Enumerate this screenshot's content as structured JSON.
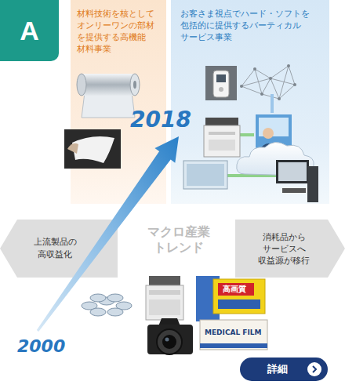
{
  "diagram": {
    "nodes": [
      {
        "text": [
          "A"
        ]
      },
      {
        "text": [
          "材料技術を核として オンリーワンの部材 を提供する高機能 材料事業"
        ]
      },
      {
        "text": [
          "お客さま視点でハード・ソフトを 包括的に提供するバーティカル サービス事業"
        ]
      },
      {
        "text": [
          "上流製品の 高収益化"
        ]
      },
      {
        "text": [
          "消耗品から サービスへ 収益源が移行"
        ]
      },
      {
        "text": [
          "詳細"
        ]
      }
    ],
    "labels": [
      "2018",
      "2000",
      "マクロ産業 トレンド",
      "高画質",
      "MEDICAL FILM"
    ]
  }
}
